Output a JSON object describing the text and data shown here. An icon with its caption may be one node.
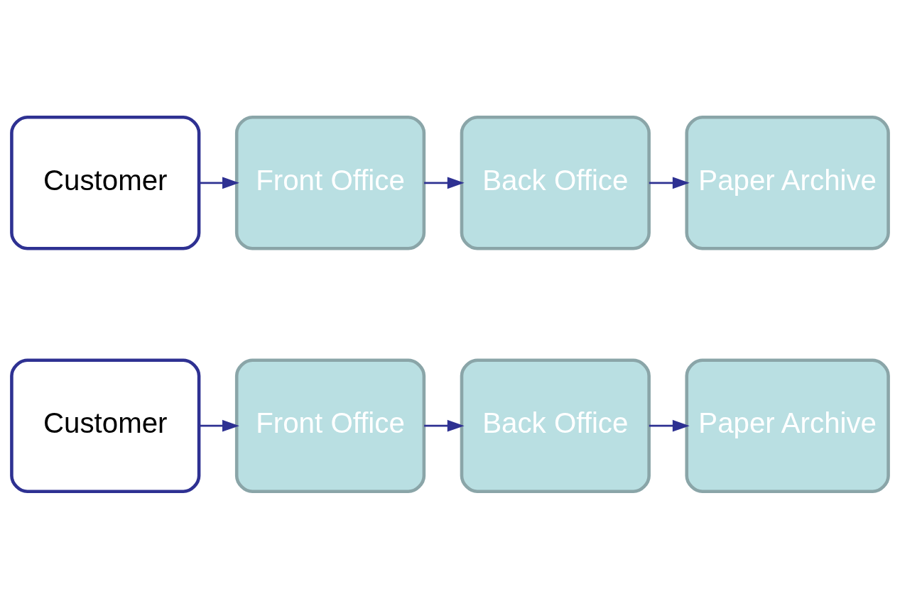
{
  "diagram": {
    "nodes": [
      {
        "text": [
          "Customer"
        ]
      },
      {
        "text": [
          "Front Office"
        ]
      },
      {
        "text": [
          "Back Office"
        ]
      },
      {
        "text": [
          "Paper Archive"
        ]
      },
      {
        "text": [
          "Customer"
        ]
      },
      {
        "text": [
          "Front Office"
        ]
      },
      {
        "text": [
          "Back Office"
        ]
      },
      {
        "text": [
          "Paper Archive"
        ]
      }
    ],
    "edges": [
      {
        "from": 0,
        "to": 1,
        "arrow": "to"
      },
      {
        "from": 1,
        "to": 2,
        "arrow": "to"
      },
      {
        "from": 2,
        "to": 3,
        "arrow": "to"
      },
      {
        "from": 4,
        "to": 5,
        "arrow": "to"
      },
      {
        "from": 5,
        "to": 6,
        "arrow": "to"
      },
      {
        "from": 6,
        "to": 7,
        "arrow": "to"
      }
    ]
  }
}
